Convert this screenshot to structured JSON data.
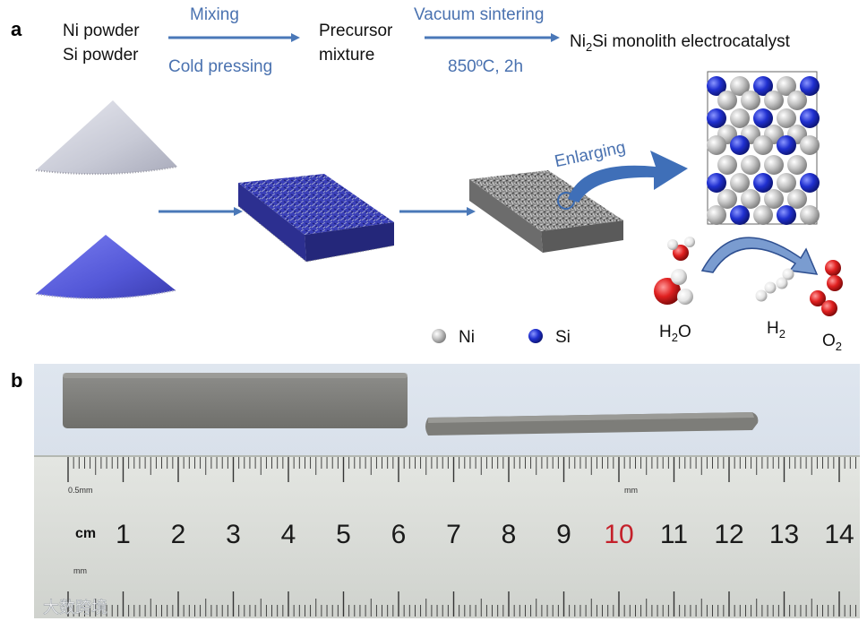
{
  "panel_a": {
    "label": "a",
    "inputs": {
      "line1": "Ni powder",
      "line2": "Si powder"
    },
    "step1": {
      "top": "Mixing",
      "bottom": "Cold pressing"
    },
    "intermediate": {
      "line1": "Precursor",
      "line2": "mixture"
    },
    "step2": {
      "top": "Vacuum sintering",
      "bottom": "850ºC, 2h"
    },
    "product": {
      "prefix": "Ni",
      "sub": "2",
      "suffix": "Si monolith electrocatalyst"
    },
    "enlarging_label": "Enlarging",
    "legend": {
      "ni": "Ni",
      "si": "Si"
    },
    "molecules": {
      "water": {
        "prefix": "H",
        "sub": "2",
        "suffix": "O"
      },
      "hydrogen": {
        "prefix": "H",
        "sub": "2"
      },
      "oxygen": {
        "prefix": "O",
        "sub": "2"
      }
    },
    "colors": {
      "arrow": "#4a78b8",
      "label_blue": "#4a72b0",
      "ni": "#b8b8b8",
      "si": "#2233cc",
      "o": "#d81e1e"
    }
  },
  "panel_b": {
    "label": "b",
    "ruler": {
      "unit_label": "cm",
      "top_left_label": "0.5mm",
      "mm_label_top": "mm",
      "mm_label_left": "mm",
      "numbers": [
        "1",
        "2",
        "3",
        "4",
        "5",
        "6",
        "7",
        "8",
        "9",
        "10",
        "11",
        "12",
        "13",
        "14"
      ],
      "highlight": "10",
      "highlight_color": "#c4202a"
    }
  },
  "watermark": "大数跨境"
}
